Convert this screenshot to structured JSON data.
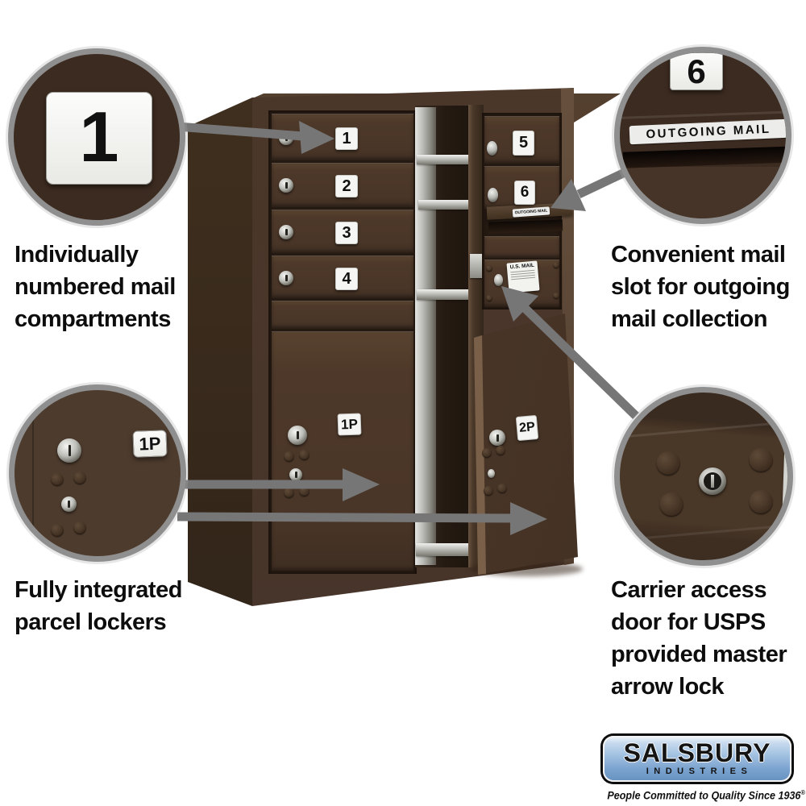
{
  "product": {
    "doors": {
      "d1": "1",
      "d2": "2",
      "d3": "3",
      "d4": "4",
      "d5": "5",
      "d6": "6",
      "p1": "1P",
      "p2": "2P"
    },
    "outgoing_strip": "OUTGOING MAIL",
    "usmail": "U.S. MAIL"
  },
  "callouts": {
    "numbered": {
      "badge": "1",
      "line1": "Individually",
      "line2": "numbered mail",
      "line3": "compartments"
    },
    "outgoing": {
      "badge": "6",
      "strip": "OUTGOING MAIL",
      "line1": "Convenient mail",
      "line2": "slot for outgoing",
      "line3": "mail collection"
    },
    "parcel": {
      "badge": "1P",
      "line1": "Fully integrated",
      "line2": "parcel lockers"
    },
    "carrier": {
      "line1": "Carrier access",
      "line2": "door for USPS",
      "line3": "provided master",
      "line4": "arrow lock"
    }
  },
  "logo": {
    "brand": "SALSBURY",
    "sub": "INDUSTRIES",
    "tagline": "People Committed to Quality Since 1936",
    "reg": "®"
  },
  "colors": {
    "bronze": "#4b3729",
    "bronze_dark": "#251a12",
    "gray_arrow": "#767676",
    "gray_ring": "#8f8f8f",
    "logo_blue": "#7ba3cf"
  }
}
